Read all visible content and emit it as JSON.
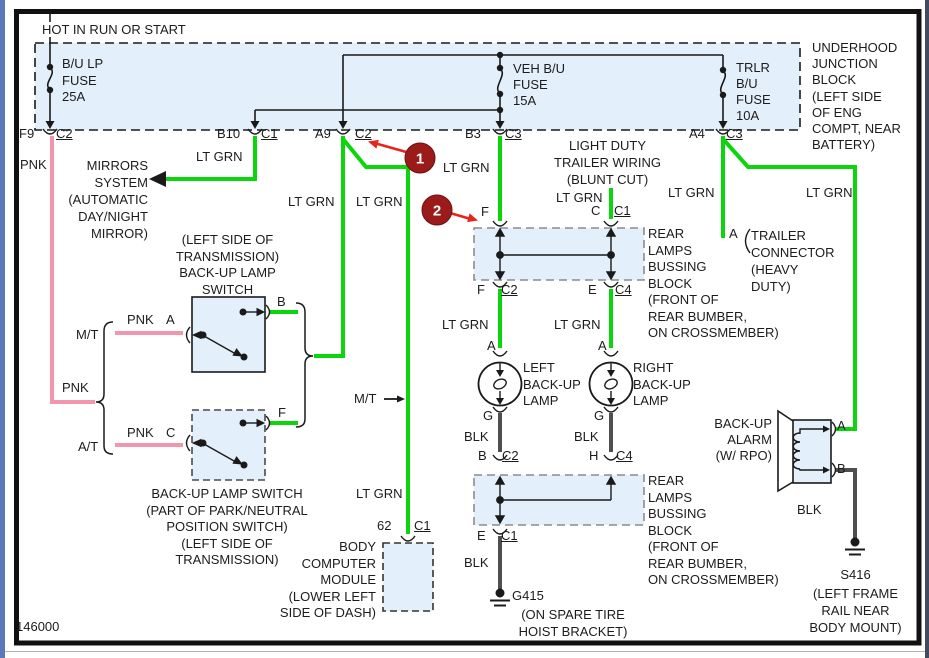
{
  "colors": {
    "wire_green": "#0bd60b",
    "wire_pink": "#f495ae",
    "wire_black": "#4f4f4f",
    "diagram_line": "#1a1a1a",
    "block_fill": "#e3effb",
    "annotation_circle": "#9b1b1b",
    "annotation_arrow": "#e8251d",
    "frame_blue": "#5b79ba"
  },
  "frame": {
    "doc_number": "146000"
  },
  "power": {
    "feed_label": "HOT IN RUN OR START"
  },
  "junction_block": {
    "label": "UNDERHOOD\nJUNCTION\nBLOCK\n(LEFT SIDE\nOF ENG\nCOMPT, NEAR\nBATTERY)",
    "fuse_1": "B/U LP\nFUSE\n25A",
    "fuse_2": "VEH B/U\nFUSE\n15A",
    "fuse_3": "TRLR\nB/U\nFUSE\n10A",
    "pin_f9": "F9",
    "conn_f9": "C2",
    "pin_b10": "B10",
    "conn_b10": "C1",
    "pin_a9": "A9",
    "conn_a9": "C2",
    "pin_b3": "B3",
    "conn_b3": "C3",
    "pin_a4": "A4",
    "conn_a4": "C3"
  },
  "mirrors": {
    "label": "MIRRORS\nSYSTEM\n(AUTOMATIC\nDAY/NIGHT\nMIRROR)",
    "wire": "LT GRN"
  },
  "wires": {
    "pnk_f9": "PNK",
    "ltgrn_a9_left": "LT GRN",
    "ltgrn_a9_right": "LT GRN",
    "ltgrn_b3": "LT GRN",
    "ltgrn_stub": "LT GRN",
    "ltgrn_a4_left": "LT GRN",
    "ltgrn_a4_right": "LT GRN",
    "ltgrn_bb1_left": "LT GRN",
    "ltgrn_bb1_right": "LT GRN",
    "blk_left_lamp": "BLK",
    "blk_right_lamp": "BLK",
    "blk_ground": "BLK",
    "blk_alarm": "BLK",
    "ltgrn_bcm": "LT GRN"
  },
  "trailer_wiring": {
    "label": "LIGHT DUTY\nTRAILER WIRING\n(BLUNT CUT)",
    "pin": "C",
    "conn": "C1"
  },
  "trailer_connector": {
    "pin": "A",
    "label": "TRAILER\nCONNECTOR\n(HEAVY\nDUTY)"
  },
  "bussing_block_top": {
    "label": "REAR\nLAMPS\nBUSSING\nBLOCK\n(FRONT OF\nREAR BUMBER,\nON CROSSMEMBER)",
    "pin_top_left": "F",
    "pin_bottom_left": "F",
    "conn_bottom_left": "C2",
    "pin_bottom_right": "E",
    "conn_bottom_right": "C4"
  },
  "left_lamp": {
    "label": "LEFT\nBACK-UP\nLAMP",
    "pin_top": "A",
    "pin_bottom": "G",
    "pin_out": "B",
    "conn_out": "C2"
  },
  "right_lamp": {
    "label": "RIGHT\nBACK-UP\nLAMP",
    "pin_top": "A",
    "pin_bottom": "G",
    "pin_out": "H",
    "conn_out": "C4"
  },
  "bussing_block_bottom": {
    "label": "REAR\nLAMPS\nBUSSING\nBLOCK\n(FRONT OF\nREAR BUMBER,\nON CROSSMEMBER)",
    "pin_bottom": "E",
    "conn_bottom": "C1"
  },
  "ground_g415": {
    "id": "G415",
    "location": "(ON SPARE TIRE\nHOIST BRACKET)"
  },
  "backup_alarm": {
    "label": "BACK-UP\nALARM\n(W/ RPO)",
    "pin_a": "A",
    "pin_b": "B"
  },
  "ground_s416": {
    "id": "S416",
    "location": "(LEFT FRAME\nRAIL NEAR\nBODY MOUNT)"
  },
  "switches": {
    "header": "(LEFT SIDE OF\nTRANSMISSION)\nBACK-UP LAMP\nSWITCH",
    "footer": "BACK-UP LAMP SWITCH\n(PART OF PARK/NEUTRAL\nPOSITION SWITCH)\n(LEFT SIDE OF\nTRANSMISSION)",
    "mt": "M/T",
    "at": "A/T",
    "pnk_split": "PNK",
    "pnk_mt": "PNK",
    "pnk_at": "PNK",
    "pin_a": "A",
    "pin_c": "C",
    "pin_b": "B",
    "pin_f": "F"
  },
  "bcm": {
    "mt_tag": "M/T",
    "pin": "62",
    "conn": "C1",
    "label": "BODY\nCOMPUTER\nMODULE\n(LOWER LEFT\nSIDE OF DASH)"
  },
  "annotations": {
    "marker_1": "1",
    "marker_2": "2"
  }
}
